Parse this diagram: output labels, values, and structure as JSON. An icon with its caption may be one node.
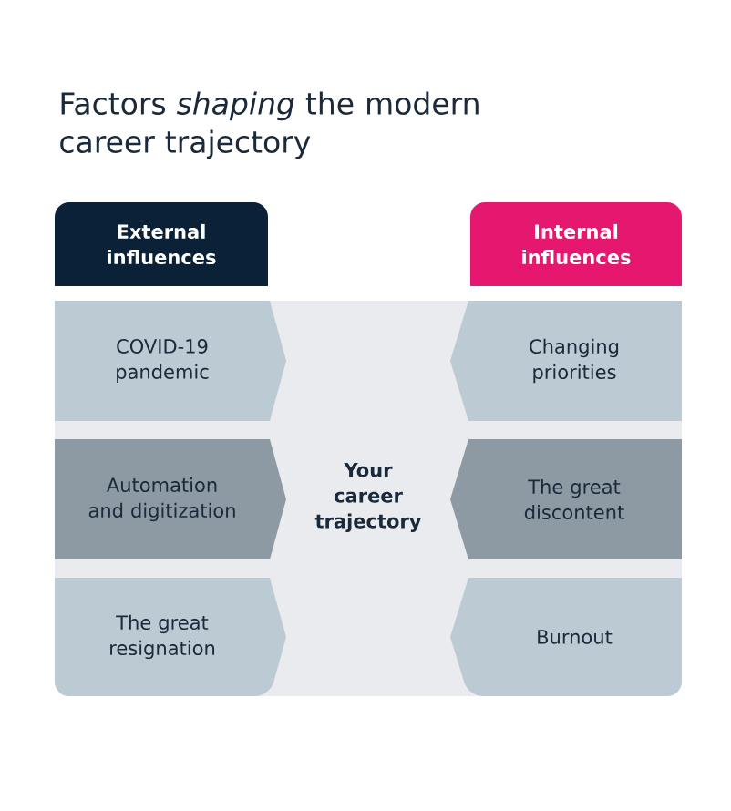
{
  "diagram": {
    "title": "Factors *shaping* the modern career trajectory",
    "nodes": [
      {
        "text": [
          "External influences"
        ]
      },
      {
        "text": [
          "Internal influences"
        ]
      },
      {
        "text": [
          "Your career trajectory"
        ]
      },
      {
        "text": [
          "COVID-19 pandemic"
        ],
        "in": 2
      },
      {
        "text": [
          "Automation and digitization"
        ],
        "in": 2
      },
      {
        "text": [
          "The great resignation"
        ],
        "in": 2
      },
      {
        "text": [
          "Changing priorities"
        ],
        "in": 2
      },
      {
        "text": [
          "The great discontent"
        ],
        "in": 2
      },
      {
        "text": [
          "Burnout"
        ],
        "in": 2
      }
    ]
  }
}
